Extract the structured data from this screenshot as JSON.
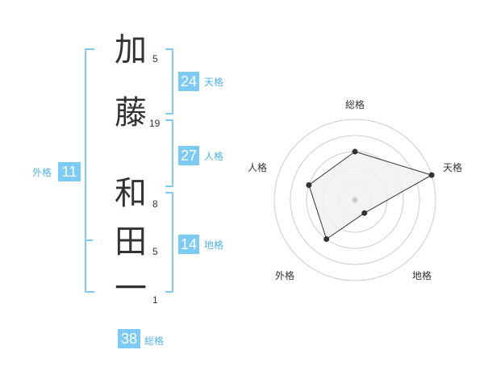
{
  "colors": {
    "accent": "#7ccbf4",
    "accent_text": "#4fb3ea",
    "text": "#333333",
    "grid": "#cccccc",
    "fill": "#f1f1f1"
  },
  "name": {
    "chars": [
      {
        "char": "加",
        "strokes": "5"
      },
      {
        "char": "藤",
        "strokes": "19"
      },
      {
        "char": "和",
        "strokes": "8"
      },
      {
        "char": "田",
        "strokes": "5"
      },
      {
        "char": "一",
        "strokes": "1"
      }
    ]
  },
  "fortune": {
    "tenkaku": {
      "value": "24",
      "label": "天格"
    },
    "jinkaku": {
      "value": "27",
      "label": "人格"
    },
    "chikaku": {
      "value": "14",
      "label": "地格"
    },
    "gaikaku": {
      "value": "11",
      "label": "外格"
    },
    "soukaku": {
      "value": "38",
      "label": "総格"
    }
  },
  "chart_data": {
    "type": "radar",
    "axes": [
      "総格",
      "天格",
      "地格",
      "外格",
      "人格"
    ],
    "values": [
      3,
      5,
      1,
      3,
      3
    ],
    "rmax": 5,
    "rings": 5,
    "grid": true,
    "marker": "filled-circle"
  }
}
